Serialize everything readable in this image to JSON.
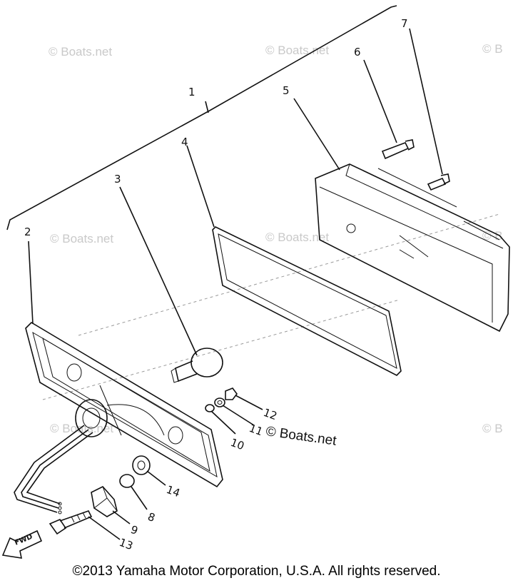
{
  "watermarks": [
    {
      "text": "© Boats.net"
    },
    {
      "text": "© Boats.net"
    },
    {
      "text": "© B"
    },
    {
      "text": "© Boats.net"
    },
    {
      "text": "© Boats.net"
    },
    {
      "text": "© B"
    },
    {
      "text": "© Boats.net"
    },
    {
      "text": "© B"
    }
  ],
  "callouts": [
    "1",
    "2",
    "3",
    "4",
    "5",
    "6",
    "7",
    "8",
    "9",
    "10",
    "11",
    "12",
    "13",
    "14"
  ],
  "brand_mark": "© Boats.net",
  "fwd_label": "FWD",
  "copyright": "©2013 Yamaha Motor Corporation, U.S.A. All rights reserved."
}
